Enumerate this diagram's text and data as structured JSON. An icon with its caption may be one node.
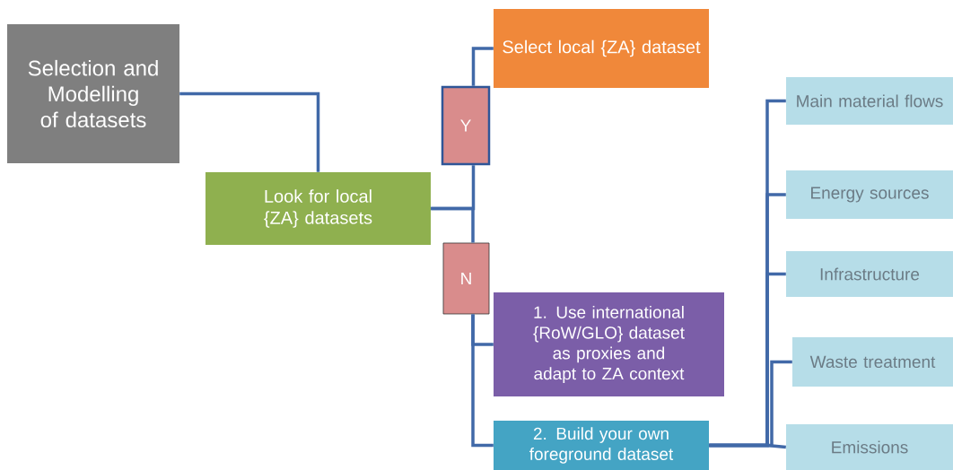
{
  "diagram": {
    "nodes": [
      {
        "text": [
          "Selection and Modelling of datasets"
        ]
      },
      {
        "text": [
          "Look for local {ZA} datasets"
        ]
      },
      {
        "text": [
          "Y"
        ]
      },
      {
        "text": [
          "Select local {ZA} dataset"
        ]
      },
      {
        "text": [
          "N"
        ]
      },
      {
        "text": [
          "1. Use international {RoW/GLO} dataset as proxies and adapt to ZA context"
        ]
      },
      {
        "text": [
          "2. Build your own foreground dataset"
        ]
      },
      {
        "text": [
          "Main material flows"
        ]
      },
      {
        "text": [
          "Energy sources"
        ]
      },
      {
        "text": [
          "Infrastructure"
        ]
      },
      {
        "text": [
          "Waste treatment"
        ]
      },
      {
        "text": [
          "Emissions"
        ]
      }
    ],
    "edges": [
      {
        "from": 0,
        "to": 1,
        "arrow": "none"
      },
      {
        "from": 1,
        "to": 2,
        "arrow": "none"
      },
      {
        "from": 1,
        "to": 4,
        "arrow": "none"
      },
      {
        "from": 2,
        "to": 3,
        "arrow": "none"
      },
      {
        "from": 4,
        "to": 5,
        "arrow": "none"
      },
      {
        "from": 4,
        "to": 6,
        "arrow": "none"
      },
      {
        "from": 6,
        "to": 7,
        "arrow": "none"
      },
      {
        "from": 6,
        "to": 8,
        "arrow": "none"
      },
      {
        "from": 6,
        "to": 9,
        "arrow": "none"
      },
      {
        "from": 6,
        "to": 10,
        "arrow": "none"
      },
      {
        "from": 6,
        "to": 11,
        "arrow": "none"
      }
    ]
  }
}
